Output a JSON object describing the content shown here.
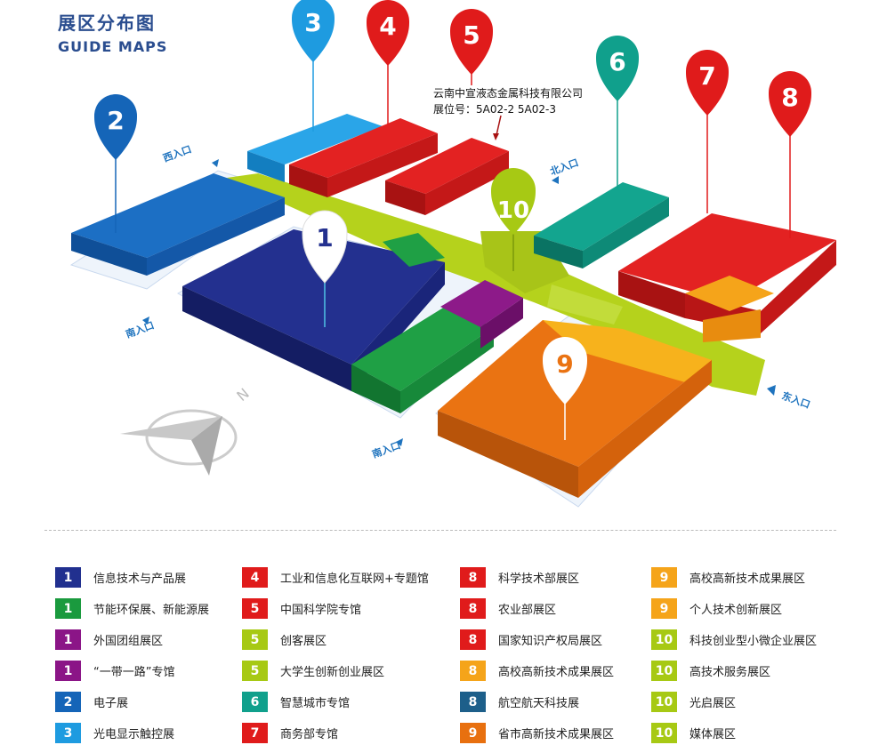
{
  "header": {
    "title_cn": "展区分布图",
    "title_en": "GUIDE MAPS"
  },
  "annotation": {
    "company": "云南中宣液态金属科技有限公司",
    "booth": "展位号：5A02-2 5A02-3"
  },
  "entrances": {
    "west": "西入口",
    "north": "北入口",
    "south_left": "南入口",
    "south_right": "南入口",
    "east": "东入口"
  },
  "compass": {
    "label": "N"
  },
  "pins": [
    {
      "label": "1",
      "color": "#ffffff"
    },
    {
      "label": "2",
      "color": "#1565b8"
    },
    {
      "label": "3",
      "color": "#1e9be0"
    },
    {
      "label": "4",
      "color": "#e01b1b"
    },
    {
      "label": "5",
      "color": "#e01b1b"
    },
    {
      "label": "6",
      "color": "#10a08c"
    },
    {
      "label": "7",
      "color": "#e01b1b"
    },
    {
      "label": "8",
      "color": "#e01b1b"
    },
    {
      "label": "9",
      "color": "#ffffff"
    },
    {
      "label": "10",
      "color": "#a7c914"
    }
  ],
  "legend": [
    [
      {
        "num": "1",
        "text": "信息技术与产品展",
        "color": "#21308f"
      },
      {
        "num": "1",
        "text": "节能环保展、新能源展",
        "color": "#1a9a3e"
      },
      {
        "num": "1",
        "text": "外国团组展区",
        "color": "#8b1587"
      },
      {
        "num": "1",
        "text": "“一带一路”专馆",
        "color": "#8b1587"
      },
      {
        "num": "2",
        "text": "电子展",
        "color": "#1565b8"
      },
      {
        "num": "3",
        "text": "光电显示触控展",
        "color": "#1e9be0"
      }
    ],
    [
      {
        "num": "4",
        "text": "工业和信息化互联网+专题馆",
        "color": "#e01b1b"
      },
      {
        "num": "5",
        "text": "中国科学院专馆",
        "color": "#e01b1b"
      },
      {
        "num": "5",
        "text": "创客展区",
        "color": "#a7c914"
      },
      {
        "num": "5",
        "text": "大学生创新创业展区",
        "color": "#a7c914"
      },
      {
        "num": "6",
        "text": "智慧城市专馆",
        "color": "#10a08c"
      },
      {
        "num": "7",
        "text": "商务部专馆",
        "color": "#e01b1b"
      }
    ],
    [
      {
        "num": "8",
        "text": "科学技术部展区",
        "color": "#e01b1b"
      },
      {
        "num": "8",
        "text": "农业部展区",
        "color": "#e01b1b"
      },
      {
        "num": "8",
        "text": "国家知识产权局展区",
        "color": "#e01b1b"
      },
      {
        "num": "8",
        "text": "高校高新技术成果展区",
        "color": "#f5a41a"
      },
      {
        "num": "8",
        "text": "航空航天科技展",
        "color": "#1d5f8a"
      },
      {
        "num": "9",
        "text": "省市高新技术成果展区",
        "color": "#e8700f"
      }
    ],
    [
      {
        "num": "9",
        "text": "高校高新技术成果展区",
        "color": "#f5a41a"
      },
      {
        "num": "9",
        "text": "个人技术创新展区",
        "color": "#f5a41a"
      },
      {
        "num": "10",
        "text": "科技创业型小微企业展区",
        "color": "#a7c914"
      },
      {
        "num": "10",
        "text": "高技术服务展区",
        "color": "#a7c914"
      },
      {
        "num": "10",
        "text": "光启展区",
        "color": "#a7c914"
      },
      {
        "num": "10",
        "text": "媒体展区",
        "color": "#a7c914"
      }
    ]
  ]
}
